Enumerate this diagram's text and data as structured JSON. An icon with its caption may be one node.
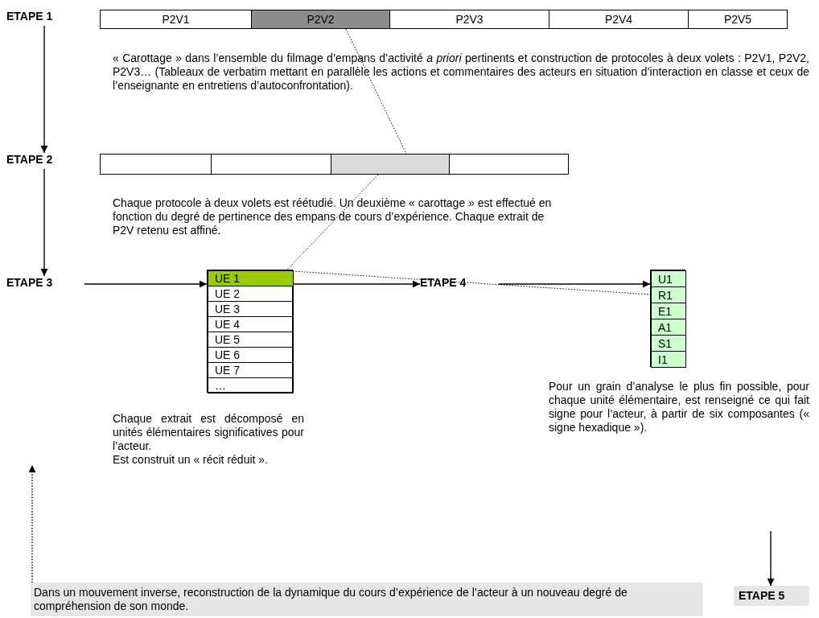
{
  "diagram": {
    "nodes": [
      {
        "text": [
          "ETAPE 1"
        ]
      },
      {
        "text": [
          "P2V1"
        ]
      },
      {
        "text": [
          "P2V2"
        ]
      },
      {
        "text": [
          "P2V3"
        ]
      },
      {
        "text": [
          "P2V4"
        ]
      },
      {
        "text": [
          "P2V5"
        ]
      },
      {
        "text": [
          "ETAPE 2"
        ]
      },
      {
        "text": [],
        "shape": "box"
      },
      {
        "text": [],
        "shape": "box"
      },
      {
        "text": [],
        "shape": "box"
      },
      {
        "text": [],
        "shape": "box"
      },
      {
        "text": [
          "ETAPE 3"
        ]
      },
      {
        "text": [],
        "shape": "box"
      },
      {
        "text": [
          "UE 1"
        ],
        "in": 12
      },
      {
        "text": [
          "UE 2"
        ],
        "in": 12
      },
      {
        "text": [
          "UE 3"
        ],
        "in": 12
      },
      {
        "text": [
          "UE 4"
        ],
        "in": 12
      },
      {
        "text": [
          "UE 5"
        ],
        "in": 12
      },
      {
        "text": [
          "UE 6"
        ],
        "in": 12
      },
      {
        "text": [
          "UE 7"
        ],
        "in": 12
      },
      {
        "text": [
          "…"
        ],
        "in": 12
      },
      {
        "text": [
          "ETAPE 4"
        ]
      },
      {
        "text": [],
        "shape": "box"
      },
      {
        "text": [
          "U1"
        ],
        "in": 22
      },
      {
        "text": [
          "R1"
        ],
        "in": 22
      },
      {
        "text": [
          "E1"
        ],
        "in": 22
      },
      {
        "text": [
          "A1"
        ],
        "in": 22
      },
      {
        "text": [
          "S1"
        ],
        "in": 22
      },
      {
        "text": [
          "I1"
        ],
        "in": 22
      },
      {
        "text": [
          "ETAPE 5"
        ]
      },
      {
        "text": [
          "Dans un mouvement inverse, reconstruction de la dynamique du cours d’expérience de l’acteur à un nouveau degré de compréhension de son monde."
        ]
      }
    ],
    "edges": [
      {
        "from": 0,
        "to": 6,
        "arrow": "to"
      },
      {
        "from": 6,
        "to": 11,
        "arrow": "to"
      },
      {
        "from": 11,
        "to": 12,
        "arrow": "to"
      },
      {
        "from": 12,
        "to": 21,
        "arrow": "to"
      },
      {
        "from": 21,
        "to": 22,
        "arrow": "to"
      },
      {
        "from": null,
        "to": 29,
        "arrow": "to"
      },
      {
        "from": 30,
        "to": null,
        "arrow": "to",
        "style": "dashed"
      },
      {
        "from": 2,
        "to": 9,
        "arrow": "none",
        "style": "dashed"
      },
      {
        "from": 9,
        "to": 13,
        "arrow": "none",
        "style": "dashed"
      },
      {
        "from": 13,
        "to": 24,
        "arrow": "none",
        "style": "dashed"
      }
    ],
    "labels": [
      "« Carottage » dans l’ensemble du filmage d’empans d’activité *a priori* pertinents et construction de protocoles à deux volets : P2V1, P2V2, P2V3… (Tableaux de verbatim mettant en parallèle les actions et commentaires des acteurs en situation d’interaction en classe et ceux de l’enseignante en entretiens d’autoconfrontation).",
      "Chaque protocole à deux volets est réétudié. Un deuxième « carottage » est effectué en fonction du degré de pertinence des empans de cours d’expérience. Chaque extrait de P2V  retenu est affiné.",
      "Chaque extrait est décomposé en unités élémentaires significatives pour l’acteur.",
      "Est construit un « récit réduit ».",
      "Pour un grain d’analyse le plus fin possible, pour chaque unité élémentaire, est renseigné ce qui fait signe pour l’acteur, à partir de six composantes (« signe hexadique »)."
    ]
  }
}
